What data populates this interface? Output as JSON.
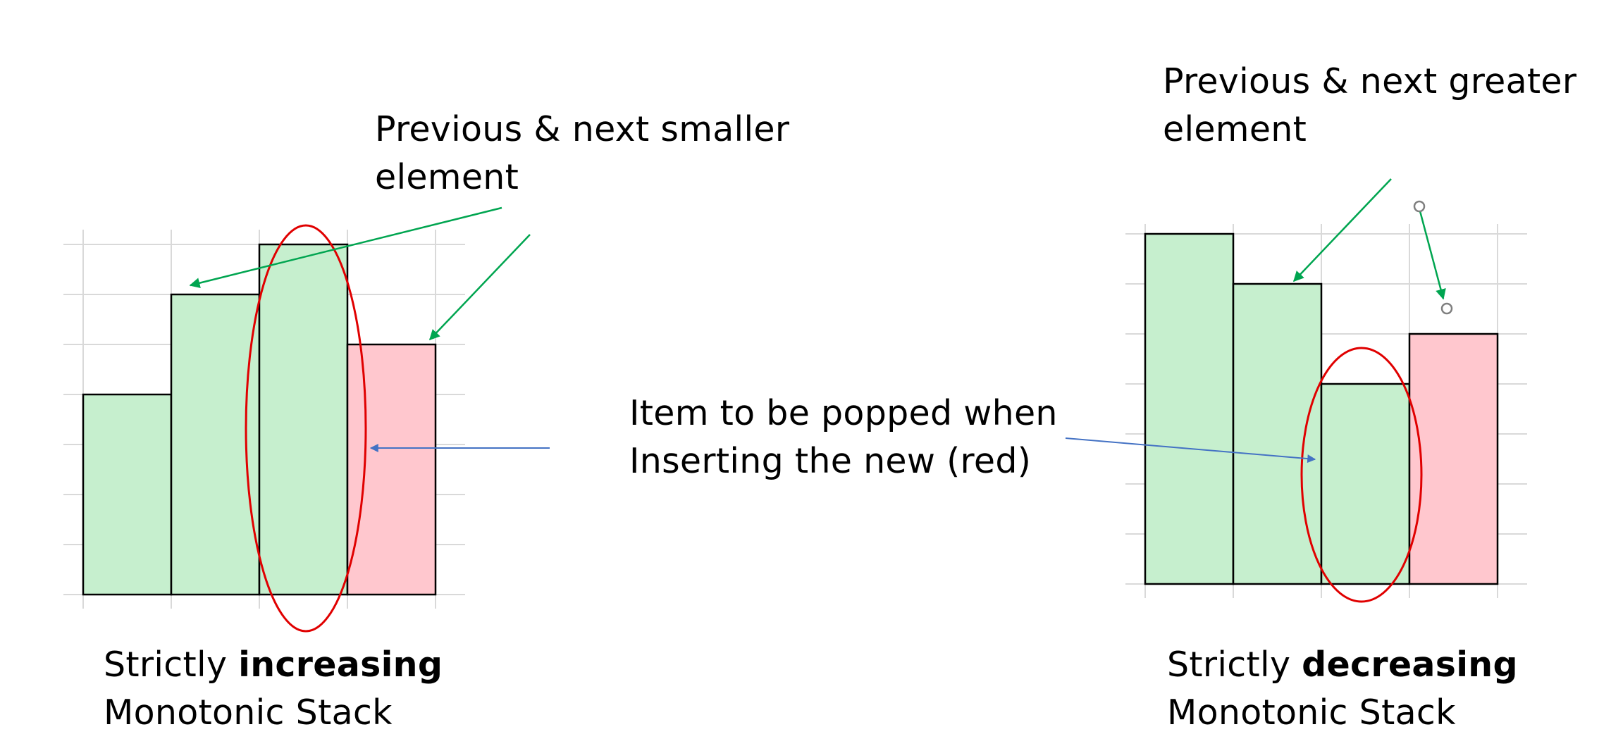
{
  "annotations": {
    "smaller_label": {
      "line1": "Previous & next smaller",
      "line2": "element"
    },
    "greater_label": {
      "line1": "Previous & next greater",
      "line2": "element"
    },
    "popped_label": {
      "line1": "Item to be popped when",
      "line2": "Inserting the new (red)"
    }
  },
  "captions": {
    "increasing": {
      "prefix": "Strictly ",
      "keyword": "increasing",
      "line2": "Monotonic Stack"
    },
    "decreasing": {
      "prefix": "Strictly ",
      "keyword": "decreasing",
      "line2": "Monotonic Stack"
    }
  },
  "colors": {
    "stack_bar": "#c6efce",
    "new_bar": "#ffc7ce",
    "bar_border": "#000000",
    "grid": "#d9d9d9",
    "highlight_ellipse": "#e00000",
    "green_arrow": "#00a550",
    "blue_arrow": "#4472c4",
    "handle": "#7f7f7f"
  },
  "stacks": {
    "increasing": {
      "values": [
        4,
        6,
        7,
        5
      ],
      "roles": [
        "stack",
        "stack",
        "stack",
        "new"
      ]
    },
    "decreasing": {
      "values": [
        7,
        6,
        4,
        5
      ],
      "roles": [
        "stack",
        "stack",
        "stack",
        "new"
      ]
    }
  }
}
